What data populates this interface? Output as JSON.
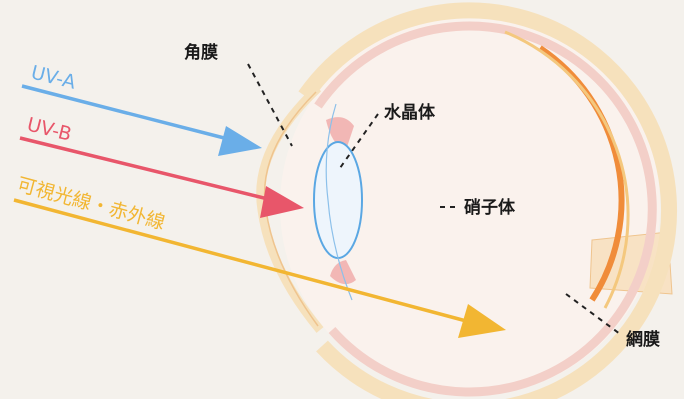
{
  "rays": {
    "uva": {
      "label": "UV-A",
      "color": "#6aaee8"
    },
    "uvb": {
      "label": "UV-B",
      "color": "#e8566a"
    },
    "visible_ir": {
      "label": "可視光線・赤外線",
      "color": "#f2b632"
    }
  },
  "labels": {
    "cornea": "角膜",
    "lens": "水晶体",
    "vitreous": "硝子体",
    "retina": "網膜"
  }
}
